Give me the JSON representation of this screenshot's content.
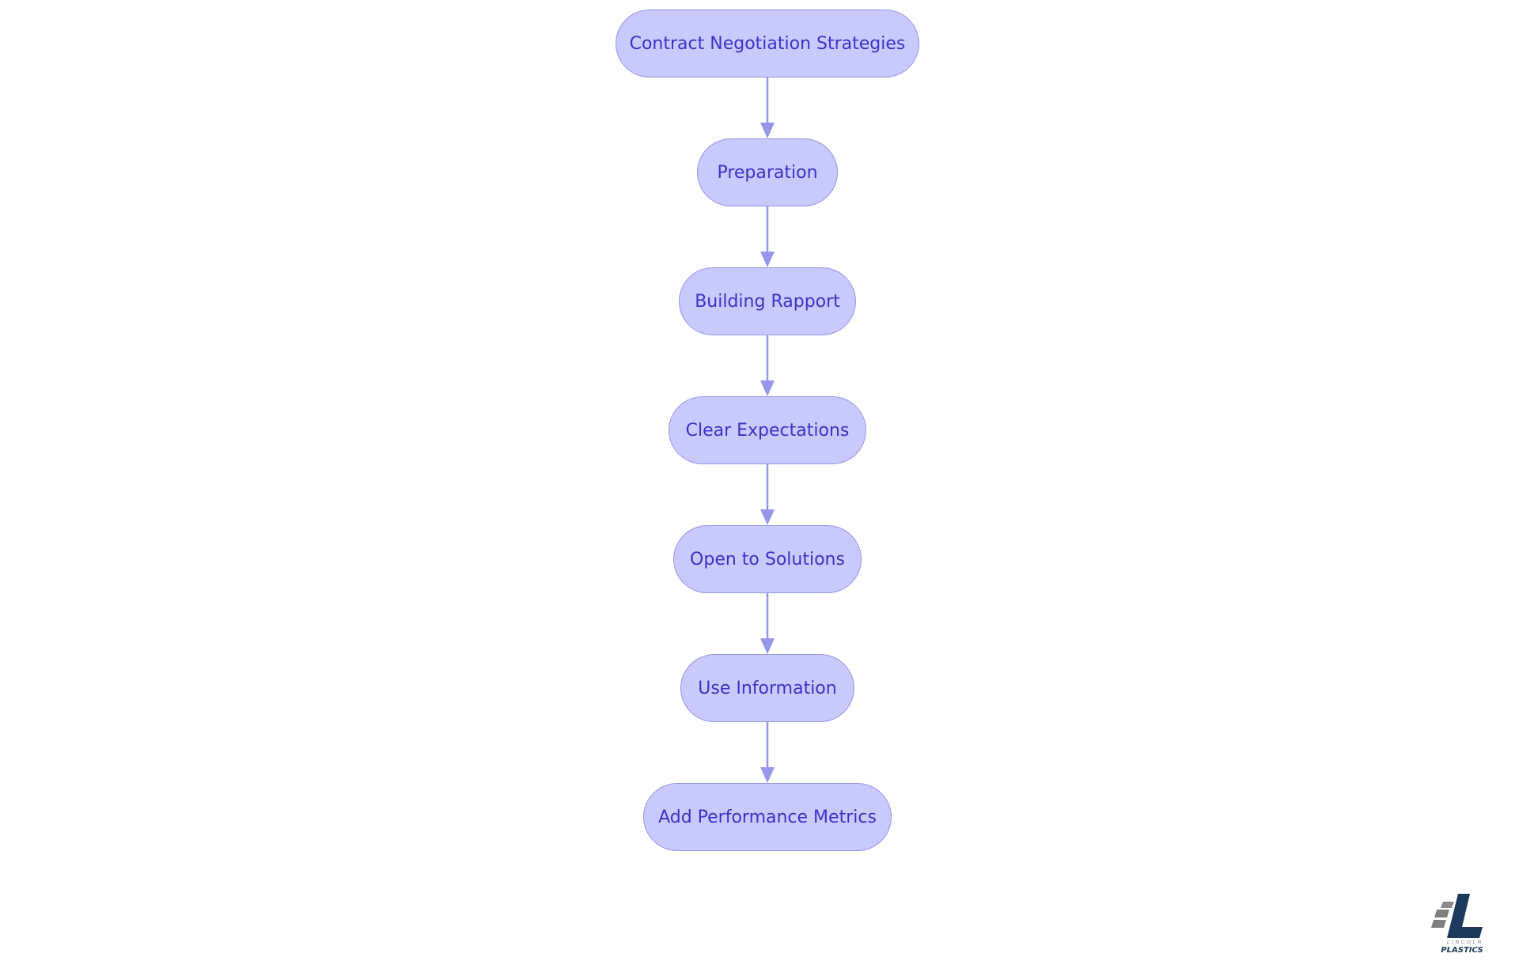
{
  "diagram": {
    "type": "flowchart",
    "direction": "top-to-bottom",
    "nodes": [
      {
        "id": "n0",
        "label": "Contract Negotiation Strategies"
      },
      {
        "id": "n1",
        "label": "Preparation"
      },
      {
        "id": "n2",
        "label": "Building Rapport"
      },
      {
        "id": "n3",
        "label": "Clear Expectations"
      },
      {
        "id": "n4",
        "label": "Open to Solutions"
      },
      {
        "id": "n5",
        "label": "Use Information"
      },
      {
        "id": "n6",
        "label": "Add Performance Metrics"
      }
    ],
    "edges": [
      {
        "from": "n0",
        "to": "n1"
      },
      {
        "from": "n1",
        "to": "n2"
      },
      {
        "from": "n2",
        "to": "n3"
      },
      {
        "from": "n3",
        "to": "n4"
      },
      {
        "from": "n4",
        "to": "n5"
      },
      {
        "from": "n5",
        "to": "n6"
      }
    ],
    "colors": {
      "node_fill": "#c8c9fc",
      "node_border": "#9597ea",
      "node_text": "#3b34c9",
      "edge": "#9597ea"
    }
  },
  "logo": {
    "line1": "LINCOLN",
    "line2": "PLASTICS",
    "colors": {
      "navy": "#1b3a5c",
      "gray": "#7f7f7f"
    }
  }
}
